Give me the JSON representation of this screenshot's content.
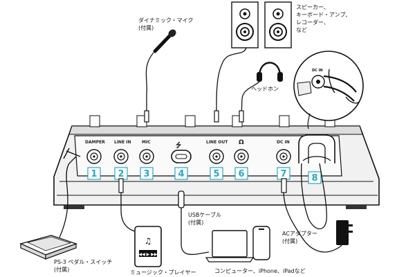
{
  "callouts": {
    "mic": "ダイナミック・マイク",
    "mic_note": "(付属)",
    "speakers_1": "スピーカー、",
    "speakers_2": "キーボード・アンプ、",
    "speakers_3": "レコーダー、",
    "speakers_4": "など",
    "headphones": "ヘッドホン",
    "usb_cable": "USBケーブル",
    "usb_cable_note": "(付属)",
    "ac_adapter": "ACアダプター",
    "ac_adapter_note": "(付属)",
    "pedal": "PS-3 ペダル・スイッチ",
    "pedal_note": "(付属)",
    "music_player": "ミュージック・プレイヤー",
    "computer": "コンピューター、iPhone、iPadなど"
  },
  "panel_labels": {
    "damper": "DAMPER",
    "line_in": "LINE IN",
    "mic": "MIC",
    "usb": "⭍",
    "line_out": "LINE OUT",
    "phones": "Ω",
    "dc_in": "DC IN",
    "dc_in_detail": "DC IN"
  },
  "ports": [
    {
      "number": "1"
    },
    {
      "number": "2"
    },
    {
      "number": "3"
    },
    {
      "number": "4"
    },
    {
      "number": "5"
    },
    {
      "number": "6"
    },
    {
      "number": "7"
    },
    {
      "number": "8"
    }
  ],
  "colors": {
    "accent": "#2aa7c0",
    "ink": "#111111",
    "panel": "#f2f2f2"
  }
}
